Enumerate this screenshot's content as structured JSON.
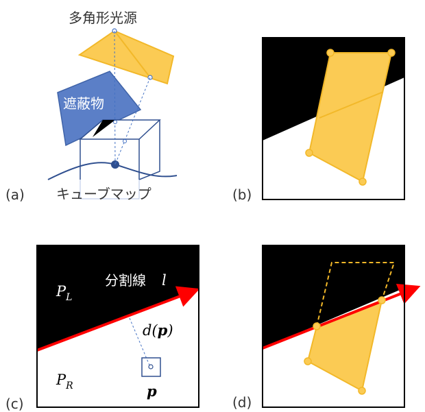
{
  "panel_a": {
    "label": "(a)",
    "light_source_label": "多角形光源",
    "occluder_label": "遮蔽物",
    "cubemap_label": "キューブマップ"
  },
  "panel_b": {
    "label": "(b)"
  },
  "panel_c": {
    "label": "(c)",
    "split_line_label": "分割線",
    "split_line_symbol": "l",
    "left_region": "P",
    "left_sub": "L",
    "right_region": "P",
    "right_sub": "R",
    "distance_label_pre": "d(",
    "distance_label_p": "p",
    "distance_label_post": ")",
    "point_label": "p"
  },
  "panel_d": {
    "label": "(d)"
  },
  "colors": {
    "light": "#FBCB54",
    "light_stroke": "#F2B829",
    "occluder": "#5B7FC7",
    "cube": "#2F4F8F",
    "split_line": "#FF0000",
    "black": "#000000"
  }
}
